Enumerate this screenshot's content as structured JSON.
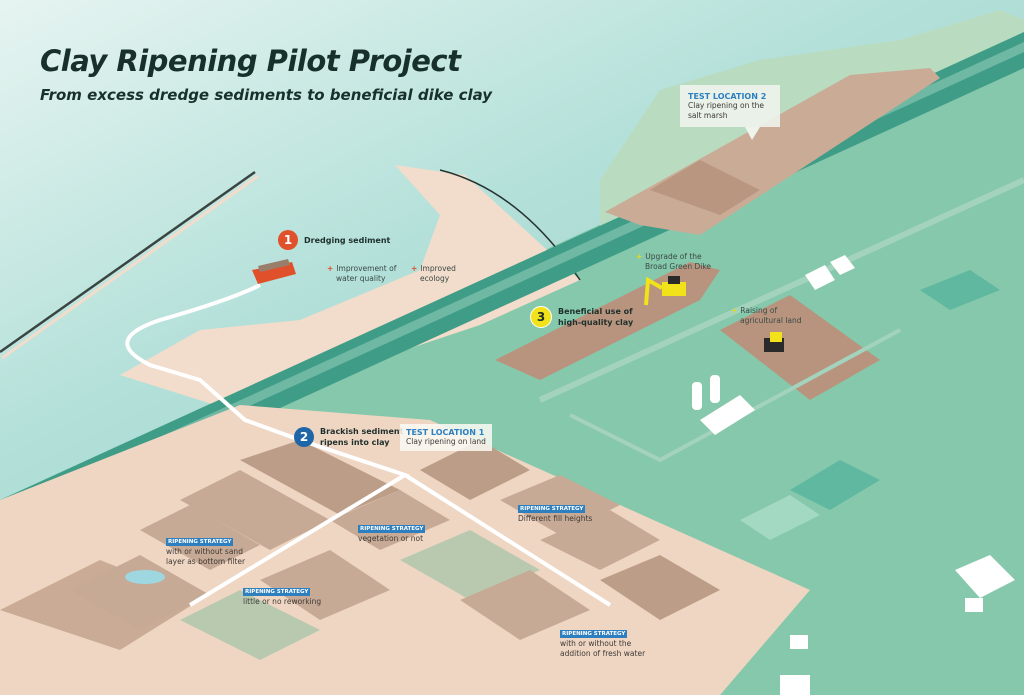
{
  "header": {
    "title": "Clay Ripening Pilot Project",
    "subtitle": "From excess dredge sediments to beneficial dike clay"
  },
  "steps": [
    {
      "number": "1",
      "label_line1": "Dredging sediment",
      "label_line2": "",
      "color": "#e0502a"
    },
    {
      "number": "2",
      "label_line1": "Brackish sediment",
      "label_line2": "ripens into clay",
      "color": "#1f66a8"
    },
    {
      "number": "3",
      "label_line1": "Beneficial use of",
      "label_line2": "high-quality clay",
      "color": "#f2e21a"
    }
  ],
  "benefits": {
    "water_quality": {
      "line1": "Improvement of",
      "line2": "water quality"
    },
    "ecology": {
      "line1": "Improved",
      "line2": "ecology"
    },
    "dike": {
      "line1": "Upgrade of the",
      "line2": "Broad Green Dike"
    },
    "agri": {
      "line1": "Raising of",
      "line2": "agricultural land"
    }
  },
  "test_locations": [
    {
      "title": "TEST LOCATION 1",
      "line1": "Clay ripening on land",
      "line2": ""
    },
    {
      "title": "TEST LOCATION 2",
      "line1": "Clay ripening on the",
      "line2": "salt marsh"
    }
  ],
  "strategy_tag": "RIPENING STRATEGY",
  "strategies": [
    {
      "line1": "with or without sand",
      "line2": "layer as bottom filter"
    },
    {
      "line1": "little or no reworking",
      "line2": ""
    },
    {
      "line1": "vegetation or not",
      "line2": ""
    },
    {
      "line1": "Different fill heights",
      "line2": ""
    },
    {
      "line1": "with or without the",
      "line2": "addition of fresh water"
    }
  ],
  "colors": {
    "sea": "#a8dcd4",
    "land": "#86c8ab",
    "sand": "#f0d8c6",
    "field": "#c7aa95",
    "dike": "#3f9c87",
    "accent_blue": "#2d7fc0"
  }
}
